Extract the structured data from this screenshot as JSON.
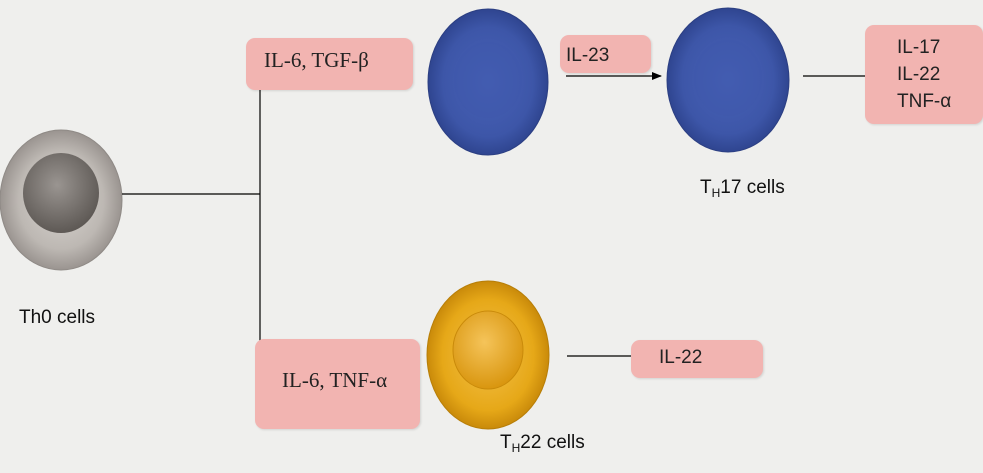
{
  "cells": {
    "th0": {
      "label": "Th0 cells"
    },
    "th17": {
      "prefix": "T",
      "subscript": "H",
      "suffix": "17 cells"
    },
    "th22": {
      "prefix": "T",
      "subscript": "H",
      "suffix": "22 cells"
    }
  },
  "boxes": {
    "upper_input": "IL-6, TGF-β",
    "il23": "IL-23",
    "th17_outputs": [
      "IL-17",
      "IL-22",
      "TNF-α"
    ],
    "lower_input": "IL-6, TNF-α",
    "th22_output": "IL-22"
  },
  "colors": {
    "background": "#efefed",
    "box": "#f2b4b1",
    "th0_cell": "#9a9490",
    "th17_cell": "#3d55a8",
    "th22_cell": "#e6a818"
  }
}
